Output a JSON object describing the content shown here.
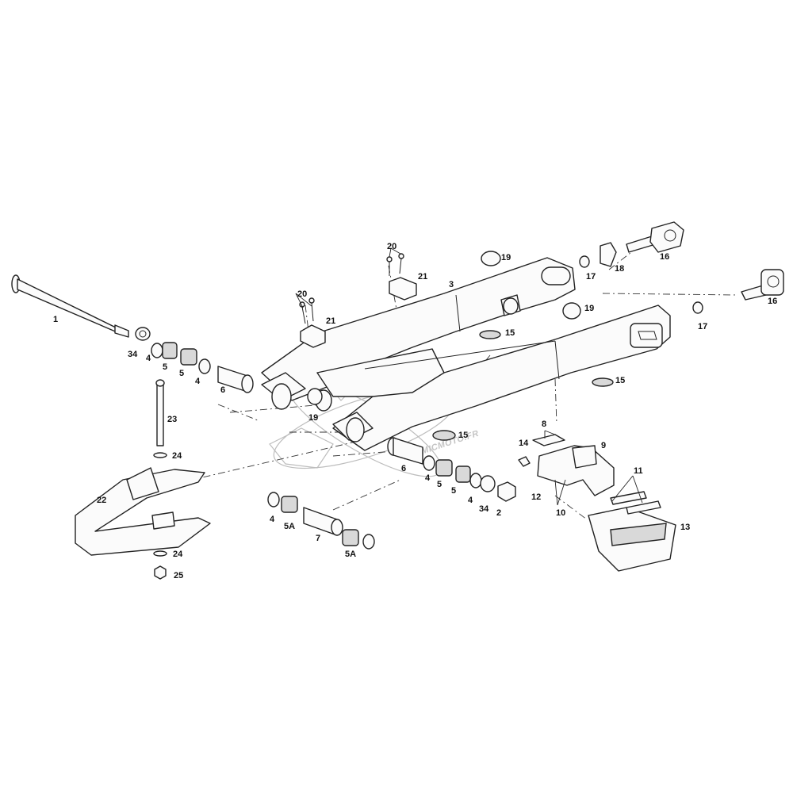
{
  "watermark": {
    "text": "ATOMICMOTO.FR"
  },
  "callouts": [
    "1",
    "2",
    "3",
    "4",
    "4",
    "4",
    "4",
    "4",
    "5",
    "5",
    "5",
    "5",
    "5A",
    "5A",
    "6",
    "6",
    "7",
    "8",
    "9",
    "10",
    "11",
    "12",
    "13",
    "14",
    "15",
    "15",
    "15",
    "16",
    "16",
    "17",
    "17",
    "18",
    "19",
    "19",
    "19",
    "20",
    "20",
    "21",
    "21",
    "22",
    "23",
    "24",
    "24",
    "25",
    "34",
    "34"
  ]
}
